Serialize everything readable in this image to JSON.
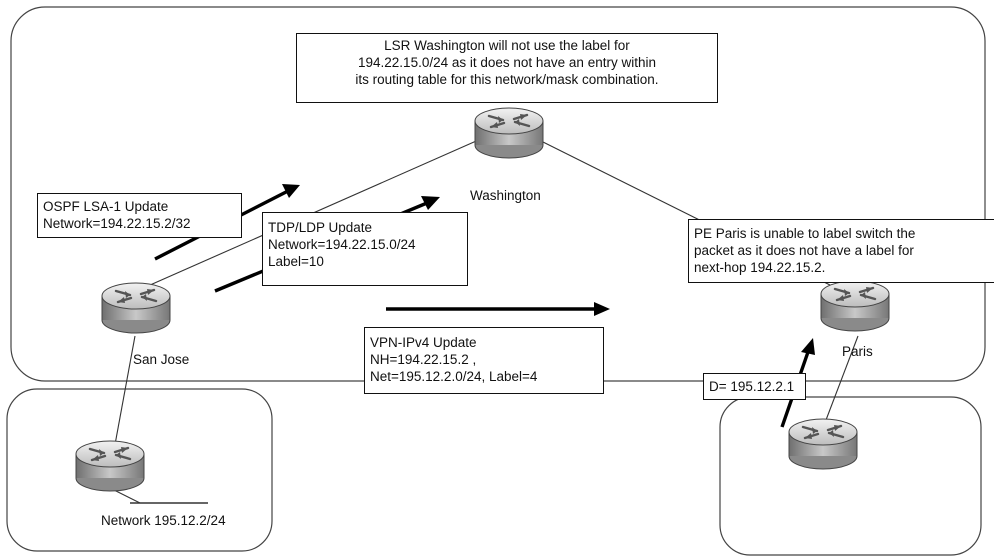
{
  "callouts": {
    "washington_note": [
      "LSR Washington will not use the label for",
      "194.22.15.0/24 as it does not have an entry within",
      "its routing table for this network/mask combination."
    ],
    "ospf_update": [
      "OSPF LSA-1 Update",
      "Network=194.22.15.2/32"
    ],
    "tdp_update": [
      "TDP/LDP Update",
      "Network=194.22.15.0/24",
      "Label=10"
    ],
    "paris_note": [
      "PE Paris is unable to label switch the",
      "packet as it does not have a label for",
      "next-hop 194.22.15.2."
    ],
    "vpn_update": [
      "VPN-IPv4 Update",
      "NH=194.22.15.2 ,",
      "Net=195.12.2.0/24, Label=4"
    ],
    "dest_packet": [
      "D= 195.12.2.1"
    ]
  },
  "routers": {
    "washington": "Washington",
    "san_jose": "San Jose",
    "paris": "Paris"
  },
  "networks": {
    "left_site": "Network 195.12.2/24"
  }
}
